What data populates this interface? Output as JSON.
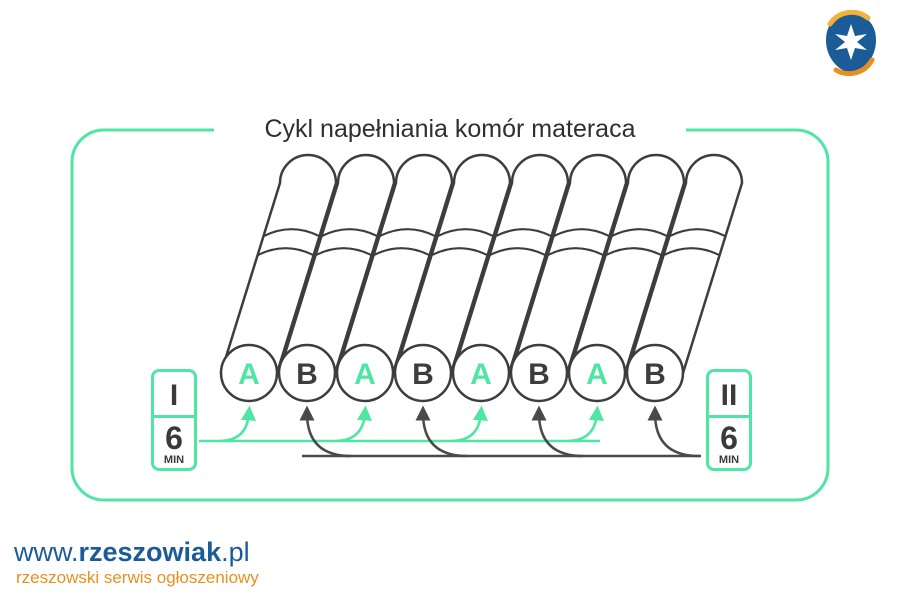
{
  "diagram": {
    "title": "Cykl napełniania komór materaca",
    "cells": [
      {
        "label": "A",
        "group": "A"
      },
      {
        "label": "B",
        "group": "B"
      },
      {
        "label": "A",
        "group": "A"
      },
      {
        "label": "B",
        "group": "B"
      },
      {
        "label": "A",
        "group": "A"
      },
      {
        "label": "B",
        "group": "B"
      },
      {
        "label": "A",
        "group": "A"
      },
      {
        "label": "B",
        "group": "B"
      }
    ],
    "phase_left": {
      "roman": "I",
      "minutes": "6",
      "unit": "MIN"
    },
    "phase_right": {
      "roman": "II",
      "minutes": "6",
      "unit": "MIN"
    }
  },
  "footer": {
    "domain_prefix": "www.",
    "domain_name": "rzeszowiak",
    "domain_suffix": ".pl",
    "tagline": "rzeszowski serwis ogłoszeniowy"
  },
  "colors": {
    "accent_green": "#4fe6a3",
    "dark_gray": "#3a3a3a",
    "brand_blue": "#1b5c98",
    "brand_orange": "#e8901e"
  },
  "icons": {
    "logo": "rzeszowiak-logo-icon"
  }
}
